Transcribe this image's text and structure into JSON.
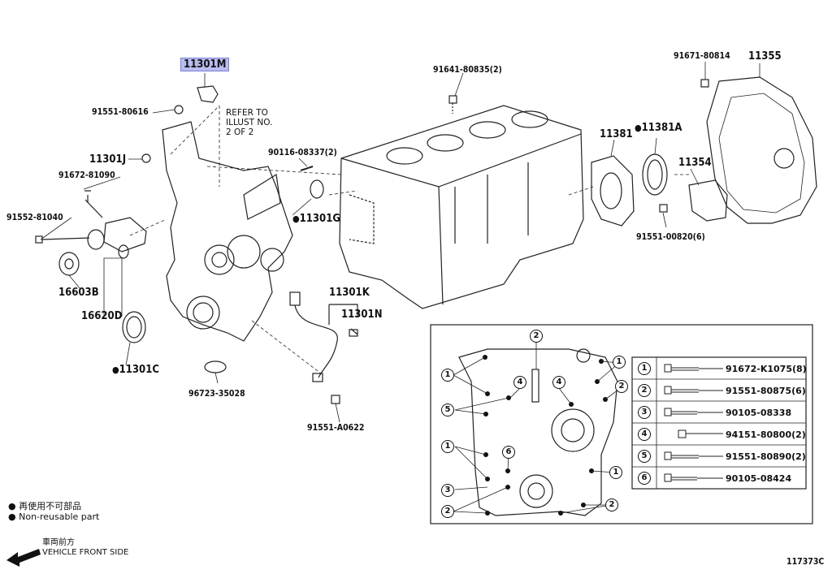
{
  "title_part": "11301M",
  "labels": {
    "p91551_80616": "91551-80616",
    "refer_note": "REFER TO\nILLUST NO.\n2 OF 2",
    "p11301J": "11301J",
    "p91672_81090": "91672-81090",
    "p91552_81040": "91552-81040",
    "p16603B": "16603B",
    "p16620D": "16620D",
    "p11301C": "11301C",
    "p96723_35028": "96723-35028",
    "p90116_08337": "90116-08337(2)",
    "p11301G": "11301G",
    "p91641_80835": "91641-80835(2)",
    "p11301K": "11301K",
    "p11301N": "11301N",
    "p91551_A0622": "91551-A0622",
    "p11381": "11381",
    "p11381A": "11381A",
    "p11354": "11354",
    "p91551_00820": "91551-00820(6)",
    "p91671_80814": "91671-80814",
    "p11355": "11355",
    "ref_code": "117373C"
  },
  "legend": {
    "jp": "再使用不可部品",
    "en": "Non-reusable part",
    "front_jp": "車両前方",
    "front_en": "VEHICLE FRONT SIDE"
  },
  "table": [
    {
      "n": "1",
      "part": "91672-K1075(8)"
    },
    {
      "n": "2",
      "part": "91551-80875(6)"
    },
    {
      "n": "3",
      "part": "90105-08338"
    },
    {
      "n": "4",
      "part": "94151-80800(2)"
    },
    {
      "n": "5",
      "part": "91551-80890(2)"
    },
    {
      "n": "6",
      "part": "90105-08424"
    }
  ],
  "inset_callouts": [
    "1",
    "2",
    "3",
    "4",
    "5",
    "6"
  ]
}
